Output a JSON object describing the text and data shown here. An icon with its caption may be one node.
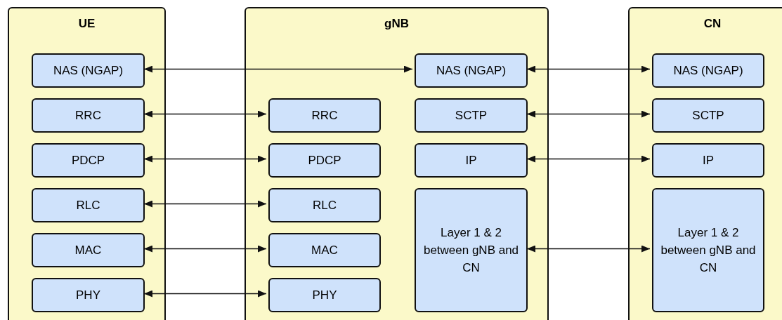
{
  "diagram": {
    "nodes": [
      {
        "text": [
          "UE"
        ]
      },
      {
        "text": [
          "NAS (NGAP)"
        ],
        "in": 0
      },
      {
        "text": [
          "RRC"
        ],
        "in": 0
      },
      {
        "text": [
          "PDCP"
        ],
        "in": 0
      },
      {
        "text": [
          "RLC"
        ],
        "in": 0
      },
      {
        "text": [
          "MAC"
        ],
        "in": 0
      },
      {
        "text": [
          "PHY"
        ],
        "in": 0
      },
      {
        "text": [
          "gNB"
        ]
      },
      {
        "text": [
          "RRC"
        ],
        "in": 7
      },
      {
        "text": [
          "PDCP"
        ],
        "in": 7
      },
      {
        "text": [
          "RLC"
        ],
        "in": 7
      },
      {
        "text": [
          "MAC"
        ],
        "in": 7
      },
      {
        "text": [
          "PHY"
        ],
        "in": 7
      },
      {
        "text": [
          "NAS (NGAP)"
        ],
        "in": 7
      },
      {
        "text": [
          "SCTP"
        ],
        "in": 7
      },
      {
        "text": [
          "IP"
        ],
        "in": 7
      },
      {
        "text": [
          "Layer 1 & 2 between gNB and CN"
        ],
        "in": 7
      },
      {
        "text": [
          "CN"
        ]
      },
      {
        "text": [
          "NAS (NGAP)"
        ],
        "in": 17
      },
      {
        "text": [
          "SCTP"
        ],
        "in": 17
      },
      {
        "text": [
          "IP"
        ],
        "in": 17
      },
      {
        "text": [
          "Layer 1 & 2 between gNB and CN"
        ],
        "in": 17
      }
    ],
    "edges": [
      {
        "from": 1,
        "to": 13,
        "arrow": "both"
      },
      {
        "from": 2,
        "to": 8,
        "arrow": "both"
      },
      {
        "from": 3,
        "to": 9,
        "arrow": "both"
      },
      {
        "from": 4,
        "to": 10,
        "arrow": "both"
      },
      {
        "from": 5,
        "to": 11,
        "arrow": "both"
      },
      {
        "from": 6,
        "to": 12,
        "arrow": "both"
      },
      {
        "from": 13,
        "to": 18,
        "arrow": "both"
      },
      {
        "from": 14,
        "to": 19,
        "arrow": "both"
      },
      {
        "from": 15,
        "to": 20,
        "arrow": "both"
      },
      {
        "from": 16,
        "to": 21,
        "arrow": "both"
      }
    ]
  }
}
